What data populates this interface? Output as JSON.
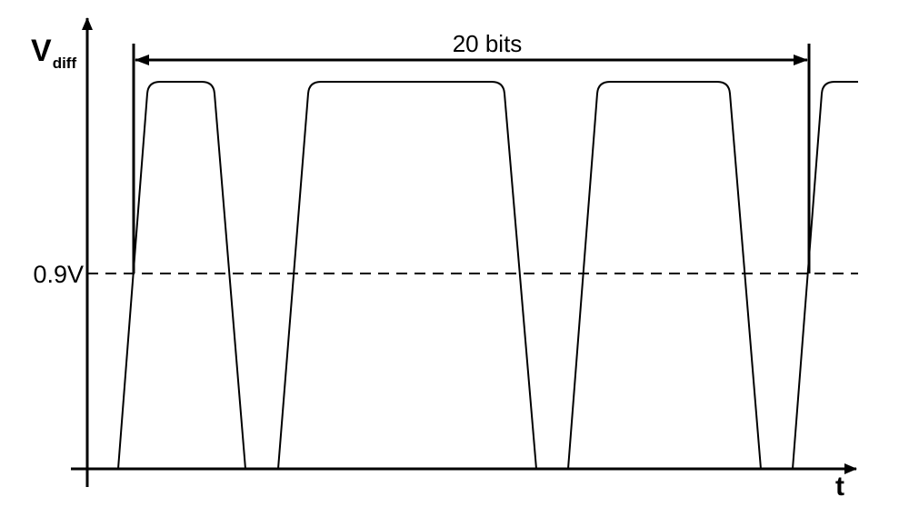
{
  "diagram": {
    "y_axis_label": "V",
    "y_axis_label_sub": "diff",
    "x_axis_label": "t",
    "threshold_label": "0.9V",
    "span_label": "20 bits",
    "colors": {
      "stroke": "#000000",
      "background": "#ffffff"
    }
  }
}
